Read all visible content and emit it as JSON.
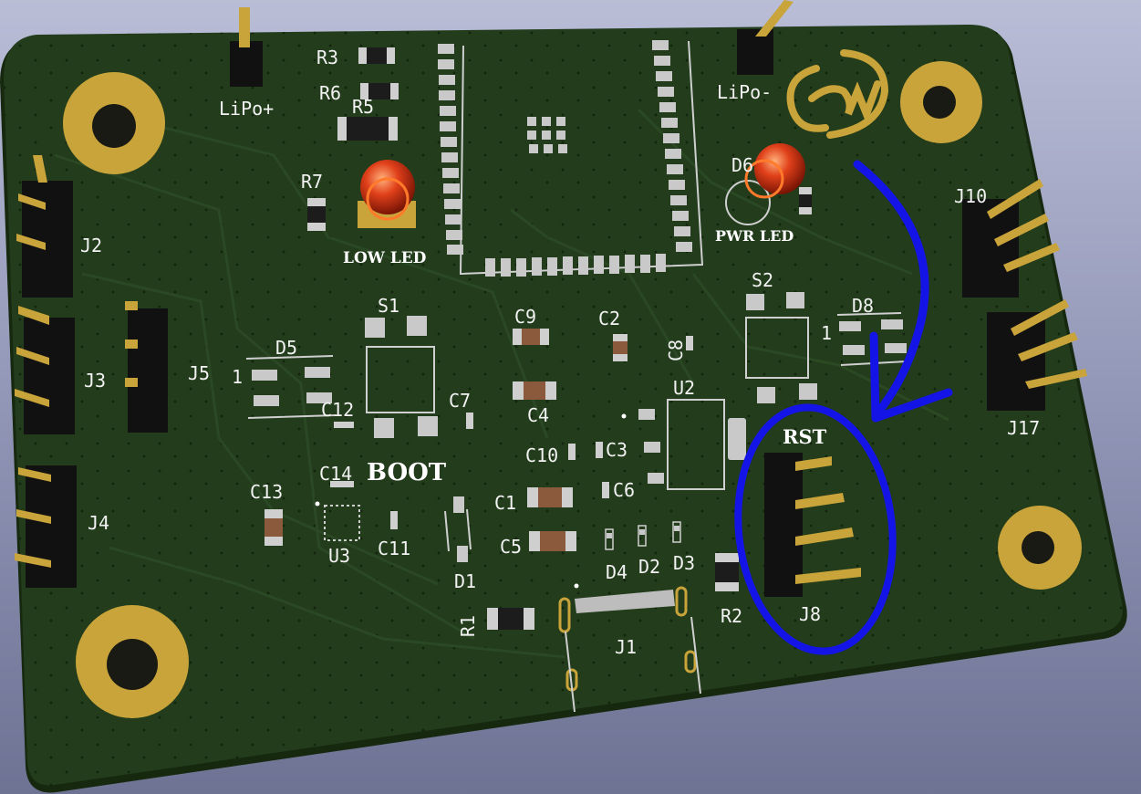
{
  "board": {
    "labels": {
      "lipo_plus": "LiPo+",
      "lipo_minus": "LiPo-",
      "r3": "R3",
      "r6": "R6",
      "r5": "R5",
      "r7": "R7",
      "low_led": "LOW LED",
      "pwr_led": "PWR LED",
      "d6": "D6",
      "s1": "S1",
      "s2": "S2",
      "d5": "D5",
      "d8": "D8",
      "one_a": "1",
      "one_b": "1",
      "j2": "J2",
      "j3": "J3",
      "j4": "J4",
      "j5": "J5",
      "j10": "J10",
      "j17": "J17",
      "j8": "J8",
      "j1": "J1",
      "c9": "C9",
      "c2": "C2",
      "c8": "C8",
      "c4": "C4",
      "c7": "C7",
      "c12": "C12",
      "c10": "C10",
      "c3": "C3",
      "c14": "C14",
      "boot": "BOOT",
      "c13": "C13",
      "c1": "C1",
      "c6": "C6",
      "c5": "C5",
      "c11": "C11",
      "u3": "U3",
      "u2": "U2",
      "d1": "D1",
      "d4": "D4",
      "d2": "D2",
      "d3": "D3",
      "r1": "R1",
      "r2": "R2",
      "rst": "RST"
    },
    "colors": {
      "pcb": "#223c1c",
      "pcb_edge": "#16290f",
      "gold": "#c9a43a",
      "annotation": "#1414e6",
      "led": "#e0401a"
    },
    "icons": {
      "logo": "rw-logo-icon",
      "arrow": "curved-arrow-icon",
      "highlight": "ellipse-highlight-icon"
    }
  }
}
